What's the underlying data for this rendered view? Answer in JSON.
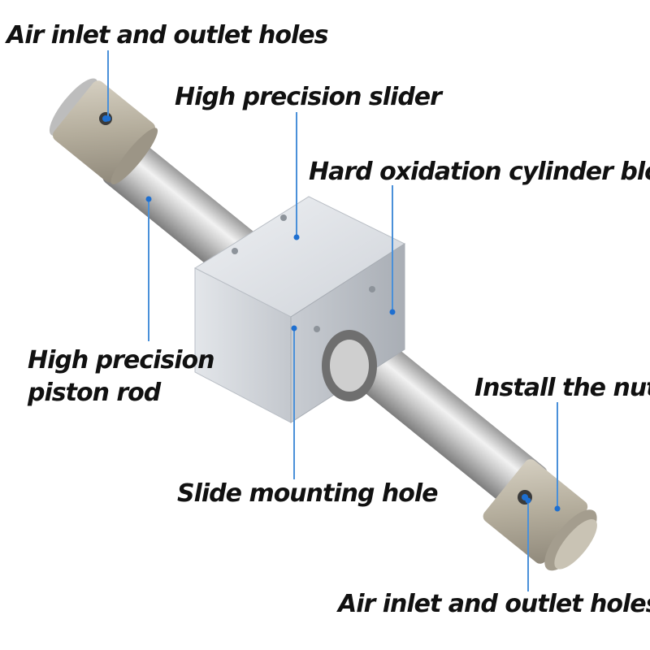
{
  "labels": {
    "air_inlet_top": "Air inlet and outlet holes",
    "slider": "High precision slider",
    "cylinder_block": "Hard oxidation cylinder block",
    "piston_rod_line1": "High precision",
    "piston_rod_line2": "piston rod",
    "install_nut": "Install the nut",
    "mounting_hole": "Slide mounting hole",
    "air_inlet_bottom": "Air inlet and outlet holes"
  },
  "colors": {
    "leader": "#4a90d9",
    "dot": "#1e6fd0",
    "text": "#111111",
    "rod_light": "#e8e8e8",
    "rod_dark": "#8a8a8a",
    "block": "#d8dbe0",
    "endcap": "#b8b2a3"
  }
}
